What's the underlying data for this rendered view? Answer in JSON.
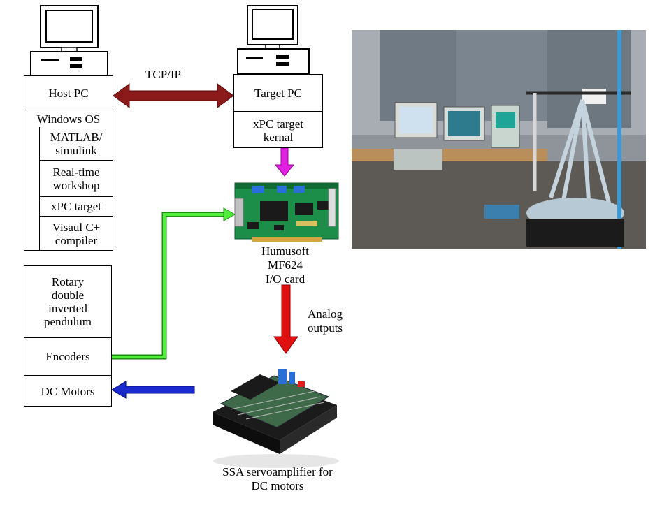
{
  "link_label": "TCP/IP",
  "host": {
    "title": "Host PC",
    "os": "Windows OS",
    "software": [
      "MATLAB/ simulink",
      "Real-time workshop",
      "xPC target",
      "Visaul C+ compiler"
    ]
  },
  "target": {
    "title": "Target PC",
    "kernel": "xPC target kernal"
  },
  "io_card": [
    "Humusoft",
    "MF624",
    "I/O card"
  ],
  "analog_label": [
    "Analog",
    "outputs"
  ],
  "pendulum": {
    "title": "Rotary double inverted pendulum",
    "encoders": "Encoders",
    "motors": "DC Motors"
  },
  "servo_label": [
    "SSA servoamplifier for",
    "DC motors"
  ],
  "colors": {
    "tcp_arrow": "#8b1a1a",
    "kernel_arrow": "#e020e0",
    "encoder_arrow": "#2ecc1a",
    "analog_arrow": "#e01010",
    "motor_arrow": "#1a2acc"
  }
}
